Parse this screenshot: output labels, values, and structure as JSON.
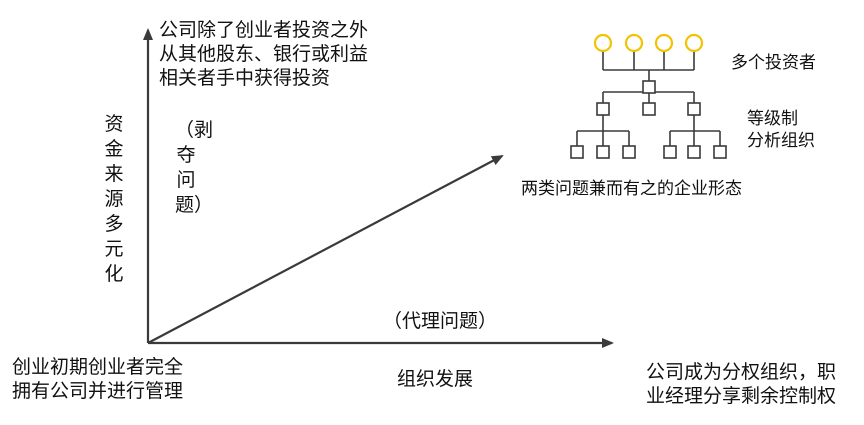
{
  "texts": {
    "top_left": [
      "公司除了创业者投资之外",
      "从其他股东、银行或利益",
      "相关者手中获得投资"
    ],
    "y_axis_label": "资金来源多元化",
    "deprivation": "（剥夺问题）",
    "investors": "多个投资者",
    "hierarchy": [
      "等级制",
      "分析组织"
    ],
    "both_problems": "两类问题兼而有之的企业形态",
    "agency": "（代理问题）",
    "x_axis_label": "组织发展",
    "bottom_left": [
      "创业初期创业者完全",
      "拥有公司并进行管理"
    ],
    "bottom_right": [
      "公司成为分权组织，职",
      "业经理分享剩余控制权"
    ]
  },
  "colors": {
    "line": "#3a3a3a",
    "investor_circle": "#f2c300",
    "text": "#111111"
  },
  "icons": [
    "axis-arrow",
    "development-arrow",
    "investor-circle",
    "org-box"
  ]
}
